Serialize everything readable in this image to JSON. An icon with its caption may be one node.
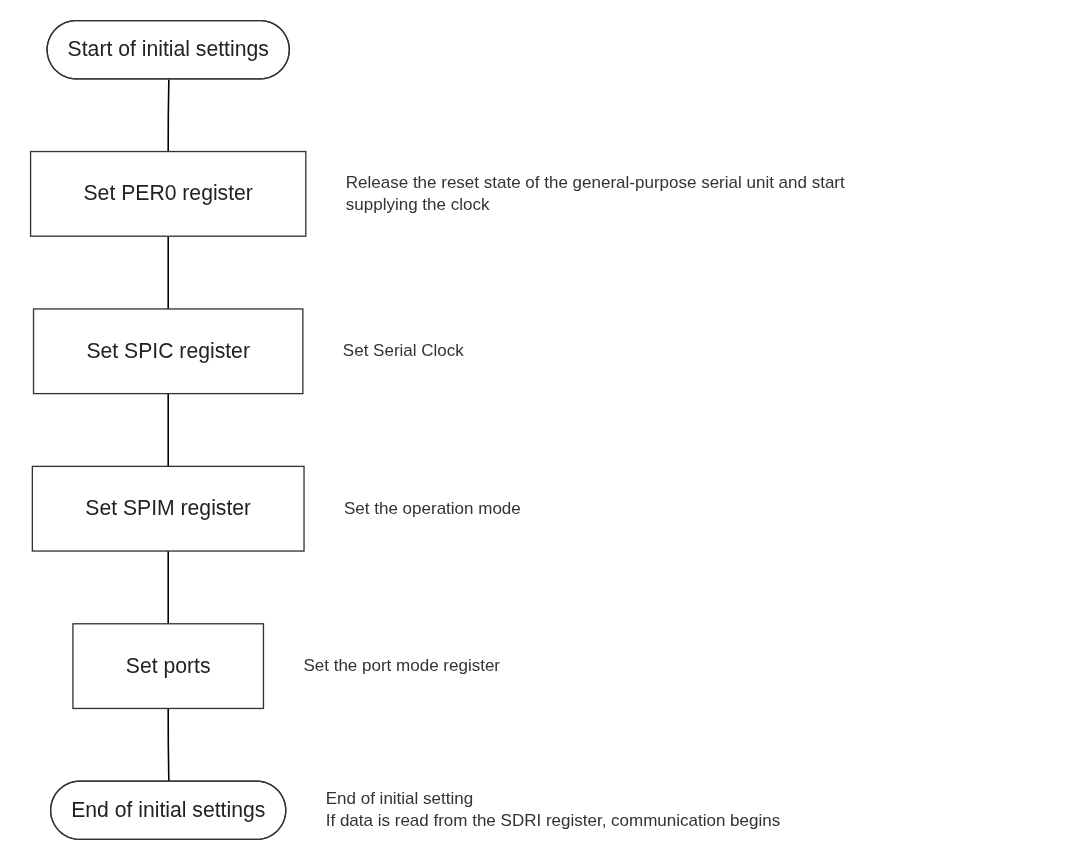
{
  "diagram": {
    "nodes": [
      {
        "text": [
          "Start of initial settings"
        ]
      },
      {
        "text": [
          "Set PER0 register"
        ],
        "beside": [
          "Release the reset state of the general-purpose serial unit and start supplying the clock"
        ]
      },
      {
        "text": [
          "Set SPIC register"
        ],
        "beside": [
          "Set Serial Clock"
        ]
      },
      {
        "text": [
          "Set SPIM register"
        ],
        "beside": [
          "Set the operation mode"
        ]
      },
      {
        "text": [
          "Set ports"
        ],
        "beside": [
          "Set the port mode register"
        ]
      },
      {
        "text": [
          "End of initial settings"
        ],
        "beside": [
          "End of initial setting",
          "If data is read from the SDRI register, communication begins"
        ]
      }
    ],
    "edges": [
      {
        "from": 0,
        "to": 1,
        "arrow": "none"
      },
      {
        "from": 1,
        "to": 2,
        "arrow": "none"
      },
      {
        "from": 2,
        "to": 3,
        "arrow": "none"
      },
      {
        "from": 3,
        "to": 4,
        "arrow": "none"
      },
      {
        "from": 4,
        "to": 5,
        "arrow": "none"
      }
    ]
  }
}
